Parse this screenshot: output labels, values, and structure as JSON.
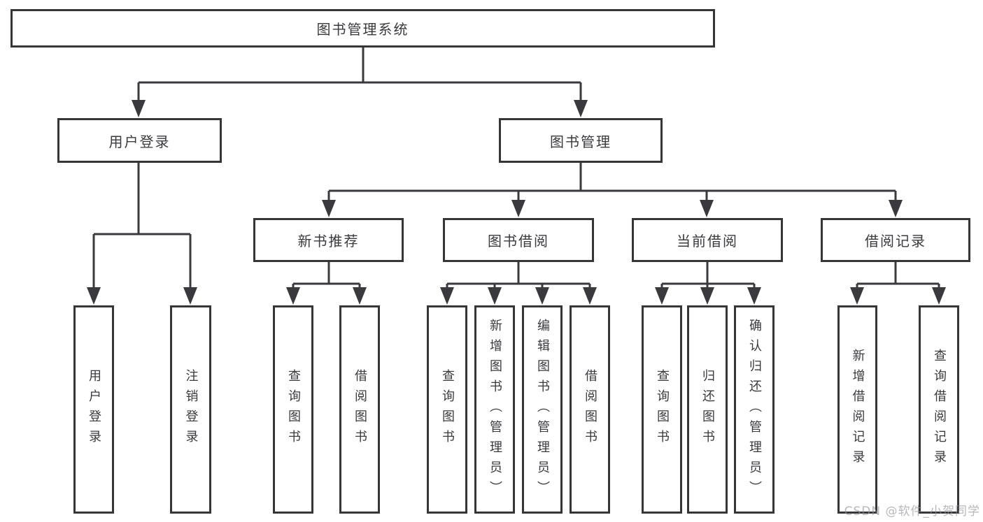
{
  "tree": {
    "root": {
      "label": "图书管理系统",
      "children": [
        {
          "label": "用户登录",
          "children": [
            {
              "label": "用户登录"
            },
            {
              "label": "注销登录"
            }
          ]
        },
        {
          "label": "图书管理",
          "children": [
            {
              "label": "新书推荐",
              "children": [
                {
                  "label": "查询图书"
                },
                {
                  "label": "借阅图书"
                }
              ]
            },
            {
              "label": "图书借阅",
              "children": [
                {
                  "label": "查询图书"
                },
                {
                  "label": "新增图书（管理员）"
                },
                {
                  "label": "编辑图书（管理员）"
                },
                {
                  "label": "借阅图书"
                }
              ]
            },
            {
              "label": "当前借阅",
              "children": [
                {
                  "label": "查询图书"
                },
                {
                  "label": "归还图书"
                },
                {
                  "label": "确认归还（管理员）"
                }
              ]
            },
            {
              "label": "借阅记录",
              "children": [
                {
                  "label": "新增借阅记录"
                },
                {
                  "label": "查询借阅记录"
                }
              ]
            }
          ]
        }
      ]
    }
  },
  "watermark": {
    "text": "CSDN @软件_小贺同学"
  },
  "colors": {
    "line": "#3a3a3e",
    "box_border": "#363639",
    "text": "#3a3a3e",
    "background": "#ffffff",
    "watermark": "#c3c3c6"
  }
}
